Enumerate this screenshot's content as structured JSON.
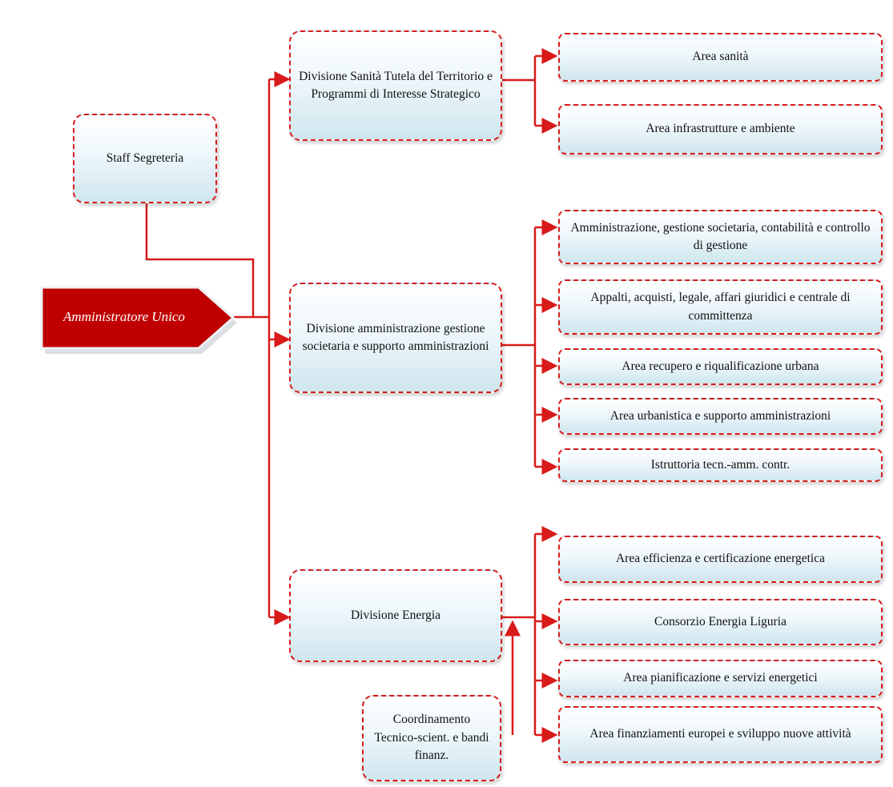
{
  "colors": {
    "line": "#d81a1a",
    "head_fill": "#c00000",
    "box_border": "#d81a1a"
  },
  "head": {
    "label": "Amministratore Unico"
  },
  "staff": {
    "label": "Staff Segreteria"
  },
  "coordination": {
    "label": "Coordinamento Tecnico-scient. e bandi finanz."
  },
  "divisions": [
    {
      "label": "Divisione Sanità Tutela del Territorio e Programmi di Interesse Strategico",
      "areas": [
        "Area sanità",
        "Area infrastrutture e ambiente"
      ]
    },
    {
      "label": "Divisione amministrazione gestione societaria e supporto amministrazioni",
      "areas": [
        "Amministrazione, gestione societaria, contabilità e controllo di gestione",
        "Appalti, acquisti, legale, affari giuridici e centrale di committenza",
        "Area recupero e riqualificazione urbana",
        "Area urbanistica e supporto amministrazioni",
        "Istruttoria tecn.-amm. contr."
      ]
    },
    {
      "label": "Divisione Energia",
      "areas": [
        "Area efficienza e certificazione energetica",
        "Consorzio Energia Liguria",
        "Area pianificazione e servizi energetici",
        "Area finanziamenti europei e sviluppo nuove attività"
      ]
    }
  ]
}
